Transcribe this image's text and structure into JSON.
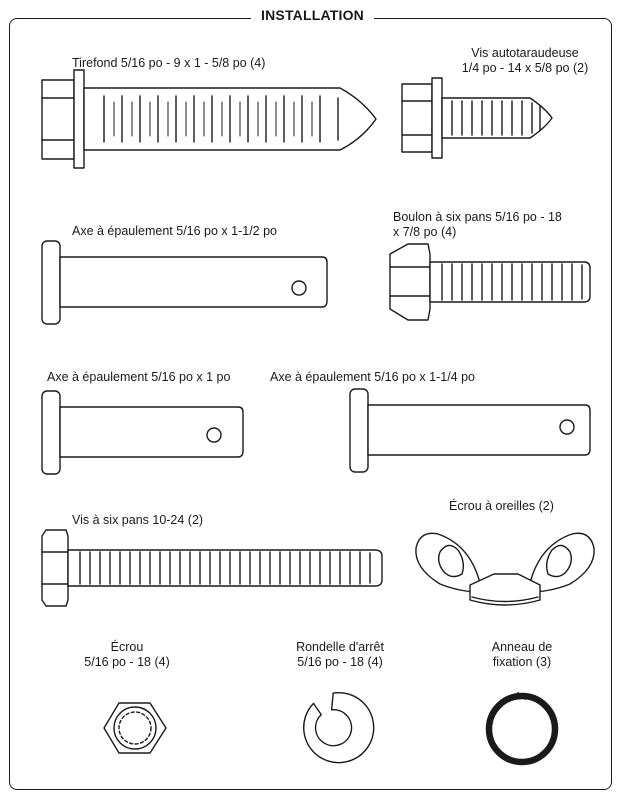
{
  "title": "INSTALLATION",
  "parts": {
    "lag_screw": "Tirefond 5/16 po - 9 x 1 - 5/8 po (4)",
    "self_tapping_screw": [
      "Vis autotaraudeuse",
      "1/4 po - 14 x 5/8 po (2)"
    ],
    "clevis_pin_1_1_2": "Axe à épaulement 5/16 po x 1-1/2 po",
    "hex_bolt": [
      "Boulon à six pans 5/16 po - 18",
      "x 7/8 po (4)"
    ],
    "clevis_pin_1": "Axe à épaulement 5/16 po x 1 po",
    "clevis_pin_1_1_4": "Axe à épaulement 5/16 po x 1-1/4 po",
    "hex_screw": "Vis à six pans 10-24 (2)",
    "wing_nut": "Écrou à oreilles (2)",
    "nut": [
      "Écrou",
      "5/16 po - 18 (4)"
    ],
    "lock_washer": [
      "Rondelle d'arrêt",
      "5/16 po - 18 (4)"
    ],
    "retaining_ring": [
      "Anneau de",
      "fixation (3)"
    ]
  },
  "colors": {
    "line": "#1a1a1a",
    "background": "#ffffff"
  }
}
